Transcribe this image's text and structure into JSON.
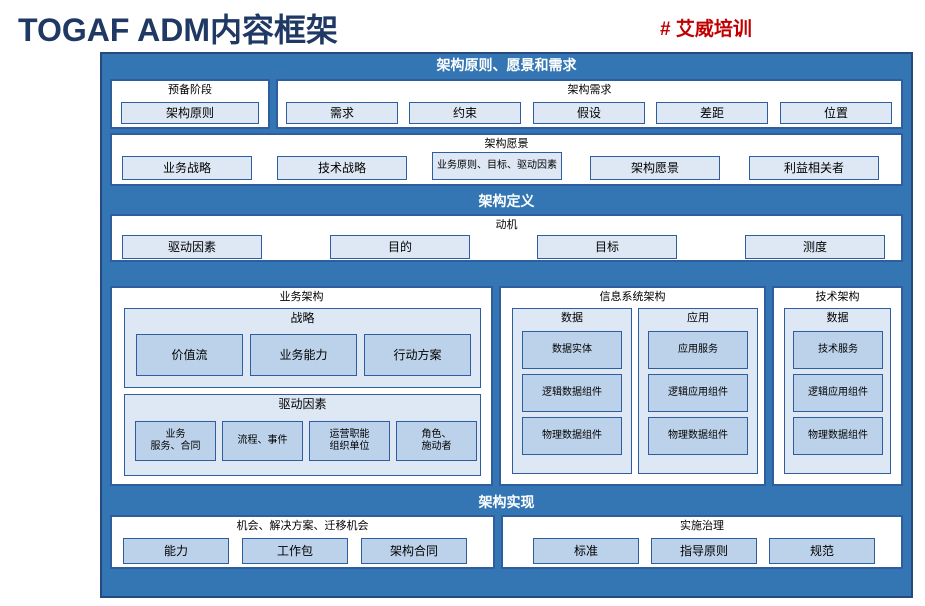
{
  "header": {
    "title": "TOGAF ADM内容框架",
    "brand": "# 艾威培训"
  },
  "colors": {
    "title_navy": "#1F3864",
    "brand_red": "#C00000",
    "band_blue": "#3476B4",
    "border_navy": "#2E5E9E",
    "chip_pale": "#DEE8F5",
    "chip_medium": "#BCD2EA"
  },
  "sections": [
    {
      "id": "principles-vision-requirements",
      "band_title": "架构原则、愿景和需求",
      "panels": [
        {
          "id": "preliminary",
          "title": "预备阶段",
          "items": [
            "架构原则"
          ]
        },
        {
          "id": "architecture-requirements",
          "title": "架构需求",
          "items": [
            "需求",
            "约束",
            "假设",
            "差距",
            "位置"
          ]
        },
        {
          "id": "architecture-vision",
          "title": "架构愿景",
          "items": [
            "业务战略",
            "技术战略",
            "业务原则、目标、驱动因素",
            "架构愿景",
            "利益相关者"
          ]
        }
      ]
    },
    {
      "id": "architecture-definition",
      "band_title": "架构定义",
      "panels": [
        {
          "id": "motivation",
          "title": "动机",
          "items": [
            "驱动因素",
            "目的",
            "目标",
            "测度"
          ]
        }
      ]
    },
    {
      "id": "architecture-columns",
      "band_title": "",
      "panels": [
        {
          "id": "business-architecture",
          "title": "业务架构",
          "groups": [
            {
              "title": "战略",
              "items": [
                "价值流",
                "业务能力",
                "行动方案"
              ]
            },
            {
              "title": "驱动因素",
              "items": [
                "业务\n服务、合同",
                "流程、事件",
                "运营职能\n组织单位",
                "角色、\n施动者"
              ]
            }
          ]
        },
        {
          "id": "information-systems-architecture",
          "title": "信息系统架构",
          "groups": [
            {
              "title": "数据",
              "items": [
                "数据实体",
                "逻辑数据组件",
                "物理数据组件"
              ]
            },
            {
              "title": "应用",
              "items": [
                "应用服务",
                "逻辑应用组件",
                "物理数据组件"
              ]
            }
          ]
        },
        {
          "id": "technology-architecture",
          "title": "技术架构",
          "groups": [
            {
              "title": "数据",
              "items": [
                "技术服务",
                "逻辑应用组件",
                "物理数据组件"
              ]
            }
          ]
        }
      ]
    },
    {
      "id": "architecture-realization",
      "band_title": "架构实现",
      "panels": [
        {
          "id": "opportunities-solutions-migration",
          "title": "机会、解决方案、迁移机会",
          "items": [
            "能力",
            "工作包",
            "架构合同"
          ]
        },
        {
          "id": "implementation-governance",
          "title": "实施治理",
          "items": [
            "标准",
            "指导原则",
            "规范"
          ]
        }
      ]
    }
  ]
}
